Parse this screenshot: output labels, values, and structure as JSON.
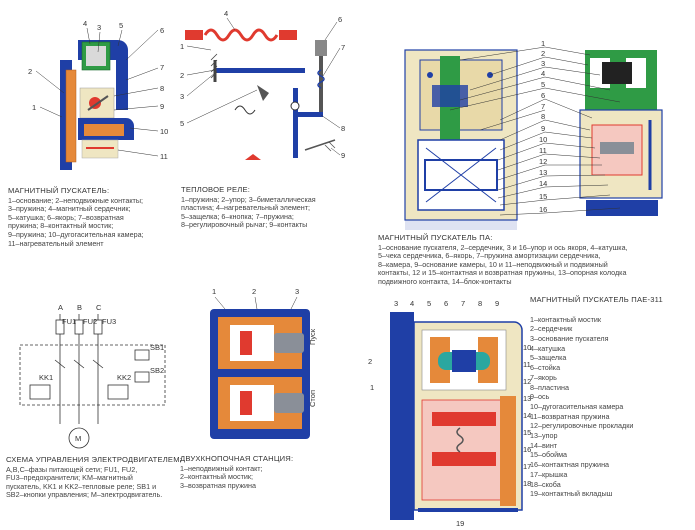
{
  "panel1": {
    "title": "МАГНИТНЫЙ ПУСКАТЕЛЬ:",
    "lines": [
      "1–основание; 2–неподвижные контакты;",
      "3–пружина; 4–магнитный сердечник;",
      "5–катушка; 6–якорь; 7–возвратная",
      "пружина; 8–контактный мостик;",
      "9–пружина; 10–дугогасительная камера;",
      "11–нагревательный элемент"
    ],
    "callouts": [
      "1",
      "2",
      "3",
      "4",
      "5",
      "6",
      "7",
      "8",
      "9",
      "10",
      "11"
    ]
  },
  "panel2": {
    "title": "ТЕПЛОВОЕ РЕЛЕ:",
    "lines": [
      "1–пружина; 2–упор; 3–биметаллическая",
      "пластина; 4–нагревательный элемент;",
      "5–защелка; 6–кнопка; 7–пружина;",
      "8–регулировочный рычаг; 9–контакты"
    ],
    "callouts": [
      "1",
      "2",
      "3",
      "4",
      "5",
      "6",
      "7",
      "8",
      "9"
    ]
  },
  "panel3": {
    "title": "МАГНИТНЫЙ ПУСКАТЕЛЬ ПА:",
    "lines": [
      "1–основание пускателя, 2–сердечник, 3 и 16–упор и ось якоря, 4–катушка,",
      "5–чека сердечника, 6–якорь, 7–пружина амортизации сердечника,",
      "8–камера, 9–основание камеры, 10 и 11–неподвижный и подвижный",
      "контакты, 12 и 15–контактная и возвратная пружины, 13–опорная колодка",
      "подвижного контакта, 14–блок-контакты"
    ],
    "callouts": [
      "1",
      "2",
      "3",
      "4",
      "5",
      "6",
      "7",
      "8",
      "9",
      "10",
      "11",
      "12",
      "13",
      "14",
      "15",
      "16"
    ]
  },
  "panel4": {
    "title": "СХЕМА УПРАВЛЕНИЯ ЭЛЕКТРОДВИГАТЕЛЕМ:",
    "lines": [
      "A,B,C–фазы питающей сети; FU1, FU2,",
      "FU3–предохранители; KM–магнитный",
      "пускатель, KK1 и KK2–тепловые реле; SB1 и",
      "SB2–кнопки управления; M–электродвигатель."
    ],
    "labels": {
      "a": "A",
      "b": "B",
      "c": "C",
      "fu1": "FU1",
      "fu2": "FU2",
      "fu3": "FU3",
      "kk1": "KK1",
      "kk2": "KK2",
      "sb1": "SB1",
      "sb2": "SB2",
      "m": "M"
    }
  },
  "panel5": {
    "title": "ДВУХКНОПОЧНАЯ СТАНЦИЯ:",
    "lines": [
      "1–неподвижный контакт;",
      "2–контактный мостик;",
      "3–возвратная пружина"
    ],
    "callouts": [
      "1",
      "2",
      "3"
    ],
    "buttons": [
      "Пуск",
      "Стоп"
    ]
  },
  "panel6": {
    "title": "МАГНИТНЫЙ ПУСКАТЕЛЬ ПАЕ-311",
    "legend": [
      "1–контактный мостик",
      "2–сердечник",
      "3–основание пускателя",
      "4–катушка",
      "5–защелка",
      "6–стойка",
      "7–якорь",
      "8–пластина",
      "9–ось",
      "10–дугогасительная камера",
      "11–возвратная пружина",
      "12–регулировочные прокладки",
      "13–упор",
      "14–винт",
      "15–обойма",
      "16–контактная пружина",
      "17–крышка",
      "18–скоба",
      "19–контактный вкладыш"
    ],
    "callouts": [
      "1",
      "2",
      "3",
      "4",
      "5",
      "6",
      "7",
      "8",
      "9",
      "10",
      "11",
      "12",
      "13",
      "14",
      "15",
      "16",
      "17",
      "18",
      "19"
    ]
  },
  "colors": {
    "blue": "#1f3fa6",
    "orange": "#e5893a",
    "red": "#e03a2f",
    "green": "#2f9b45",
    "grey": "#8a8f98",
    "cream": "#efe6c2"
  }
}
